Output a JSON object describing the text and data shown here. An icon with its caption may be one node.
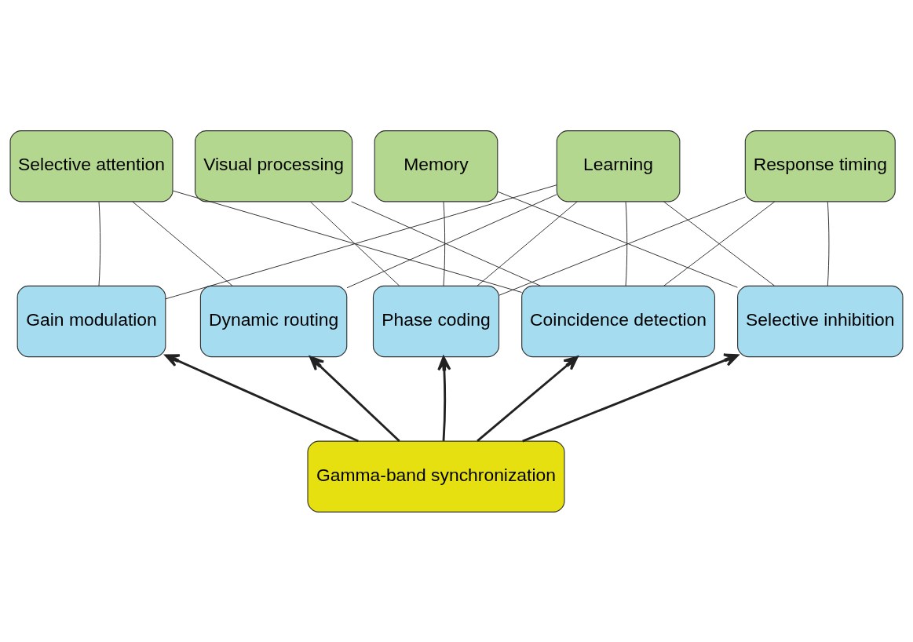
{
  "diagram": {
    "nodes": [
      {
        "text": [
          "Selective attention"
        ]
      },
      {
        "text": [
          "Visual processing"
        ]
      },
      {
        "text": [
          "Memory"
        ]
      },
      {
        "text": [
          "Learning"
        ]
      },
      {
        "text": [
          "Response timing"
        ]
      },
      {
        "text": [
          "Gain modulation"
        ]
      },
      {
        "text": [
          "Dynamic routing"
        ]
      },
      {
        "text": [
          "Phase coding"
        ]
      },
      {
        "text": [
          "Coincidence detection"
        ]
      },
      {
        "text": [
          "Selective inhibition"
        ]
      },
      {
        "text": [
          "Gamma-band synchronization"
        ]
      }
    ],
    "edges": [
      {
        "from": 0,
        "to": 5,
        "arrow": "none"
      },
      {
        "from": 0,
        "to": 6,
        "arrow": "none"
      },
      {
        "from": 0,
        "to": 8,
        "arrow": "none"
      },
      {
        "from": 1,
        "to": 7,
        "arrow": "none"
      },
      {
        "from": 1,
        "to": 8,
        "arrow": "none"
      },
      {
        "from": 2,
        "to": 7,
        "arrow": "none"
      },
      {
        "from": 2,
        "to": 9,
        "arrow": "none"
      },
      {
        "from": 3,
        "to": 5,
        "arrow": "none"
      },
      {
        "from": 3,
        "to": 6,
        "arrow": "none"
      },
      {
        "from": 3,
        "to": 7,
        "arrow": "none"
      },
      {
        "from": 3,
        "to": 8,
        "arrow": "none"
      },
      {
        "from": 3,
        "to": 9,
        "arrow": "none"
      },
      {
        "from": 4,
        "to": 7,
        "arrow": "none"
      },
      {
        "from": 4,
        "to": 8,
        "arrow": "none"
      },
      {
        "from": 4,
        "to": 9,
        "arrow": "none"
      },
      {
        "from": 10,
        "to": 5,
        "arrow": "to",
        "style": "thick"
      },
      {
        "from": 10,
        "to": 6,
        "arrow": "to",
        "style": "thick"
      },
      {
        "from": 10,
        "to": 7,
        "arrow": "to",
        "style": "thick"
      },
      {
        "from": 10,
        "to": 8,
        "arrow": "to",
        "style": "thick"
      },
      {
        "from": 10,
        "to": 9,
        "arrow": "to",
        "style": "thick"
      }
    ]
  }
}
